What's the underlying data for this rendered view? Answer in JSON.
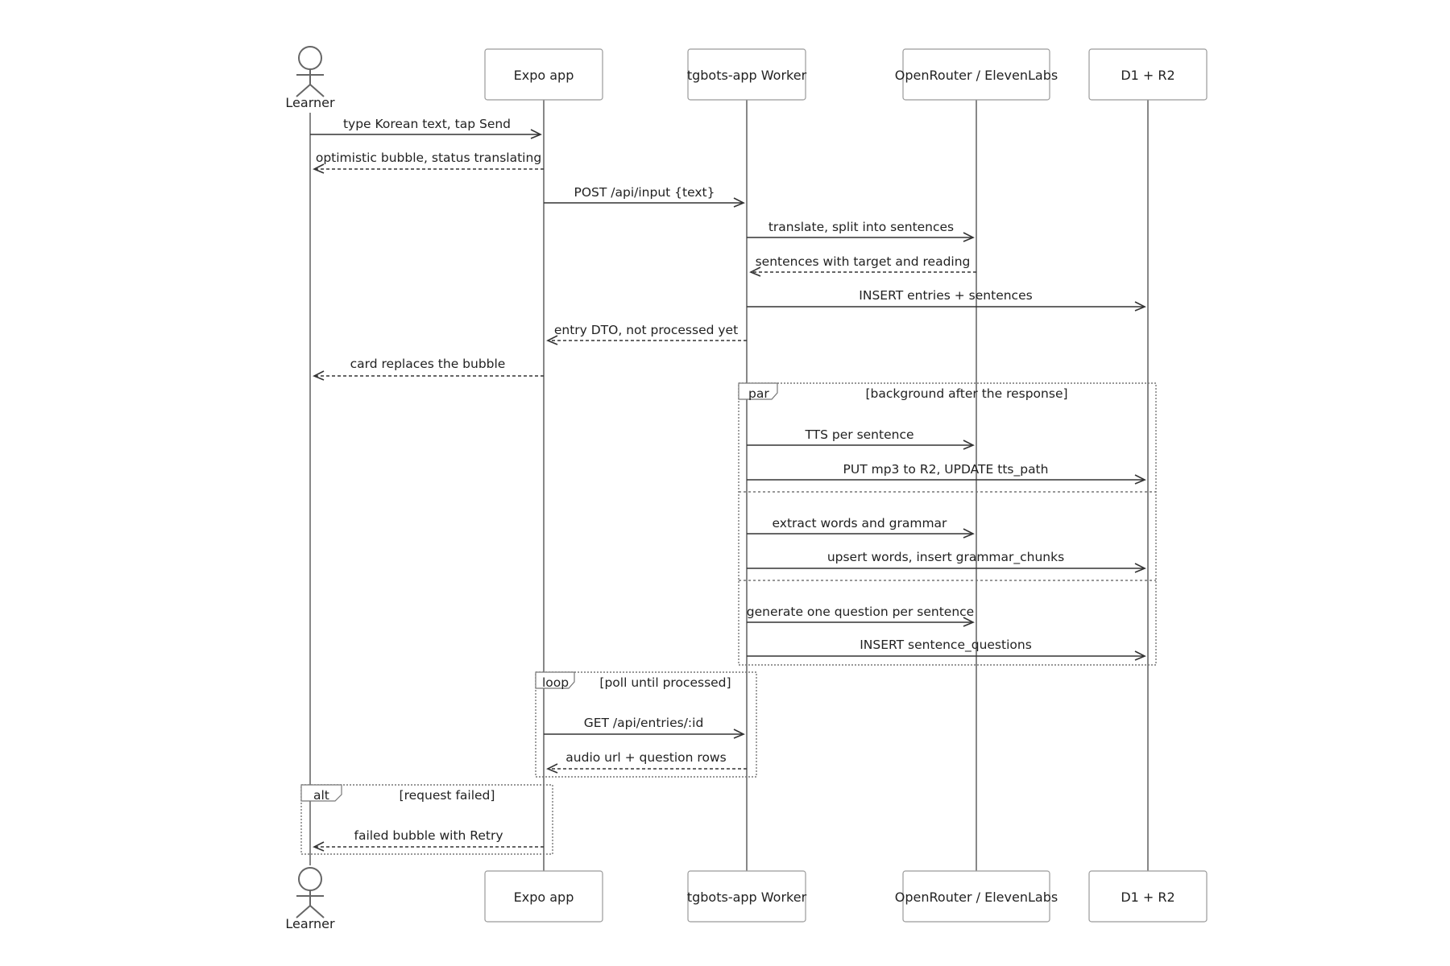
{
  "participants": [
    {
      "id": "learner",
      "label": "Learner",
      "kind": "actor",
      "icon": "person-icon"
    },
    {
      "id": "expo",
      "label": "Expo app",
      "kind": "box"
    },
    {
      "id": "worker",
      "label": "tgbots-app Worker",
      "kind": "box"
    },
    {
      "id": "openrouter",
      "label": "OpenRouter / ElevenLabs",
      "kind": "box"
    },
    {
      "id": "d1r2",
      "label": "D1 + R2",
      "kind": "box"
    }
  ],
  "messages": [
    {
      "from": "learner",
      "to": "expo",
      "label": "type Korean text, tap Send",
      "style": "solid"
    },
    {
      "from": "expo",
      "to": "learner",
      "label": "optimistic bubble, status translating",
      "style": "dashed"
    },
    {
      "from": "expo",
      "to": "worker",
      "label": "POST /api/input {text}",
      "style": "solid"
    },
    {
      "from": "worker",
      "to": "openrouter",
      "label": "translate, split into sentences",
      "style": "solid"
    },
    {
      "from": "openrouter",
      "to": "worker",
      "label": "sentences with target and reading",
      "style": "dashed"
    },
    {
      "from": "worker",
      "to": "d1r2",
      "label": "INSERT entries + sentences",
      "style": "solid"
    },
    {
      "from": "worker",
      "to": "expo",
      "label": "entry DTO, not processed yet",
      "style": "dashed"
    },
    {
      "from": "expo",
      "to": "learner",
      "label": "card replaces the bubble",
      "style": "dashed"
    },
    {
      "from": "worker",
      "to": "openrouter",
      "label": "TTS per sentence",
      "style": "solid"
    },
    {
      "from": "worker",
      "to": "d1r2",
      "label": "PUT mp3 to R2, UPDATE tts_path",
      "style": "solid"
    },
    {
      "from": "worker",
      "to": "openrouter",
      "label": "extract words and grammar",
      "style": "solid"
    },
    {
      "from": "worker",
      "to": "d1r2",
      "label": "upsert words, insert grammar_chunks",
      "style": "solid"
    },
    {
      "from": "worker",
      "to": "openrouter",
      "label": "generate one question per sentence",
      "style": "solid"
    },
    {
      "from": "worker",
      "to": "d1r2",
      "label": "INSERT sentence_questions",
      "style": "solid"
    },
    {
      "from": "expo",
      "to": "worker",
      "label": "GET /api/entries/:id",
      "style": "solid"
    },
    {
      "from": "worker",
      "to": "expo",
      "label": "audio url + question rows",
      "style": "dashed"
    },
    {
      "from": "expo",
      "to": "learner",
      "label": "failed bubble with Retry",
      "style": "dashed"
    }
  ],
  "fragments": [
    {
      "keyword": "par",
      "condition": "[background after the response]"
    },
    {
      "keyword": "loop",
      "condition": "[poll until processed]"
    },
    {
      "keyword": "alt",
      "condition": "[request failed]"
    }
  ]
}
